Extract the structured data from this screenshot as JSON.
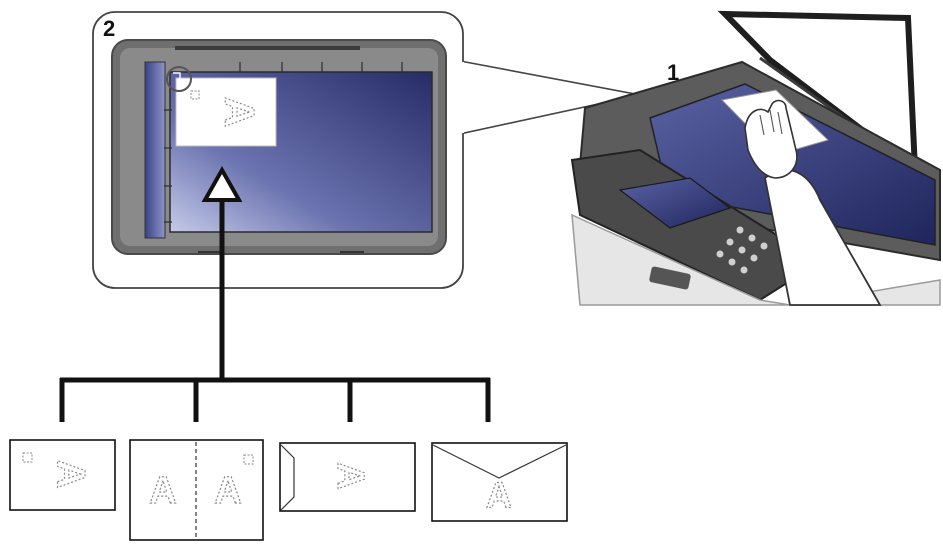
{
  "steps": {
    "step_1": "1",
    "step_2": "2"
  },
  "glyphs": {
    "original_letter": "A"
  },
  "colors": {
    "glass_dark": "#2d3370",
    "glass_light": "#b9c0e3",
    "frame": "#6e6e6e",
    "frame_dark": "#4a4a4a",
    "line": "#111111"
  },
  "icons": {
    "orientation_mark": "dashed-square-icon",
    "hand": "hand-icon",
    "arrow": "arrow-up-icon"
  }
}
